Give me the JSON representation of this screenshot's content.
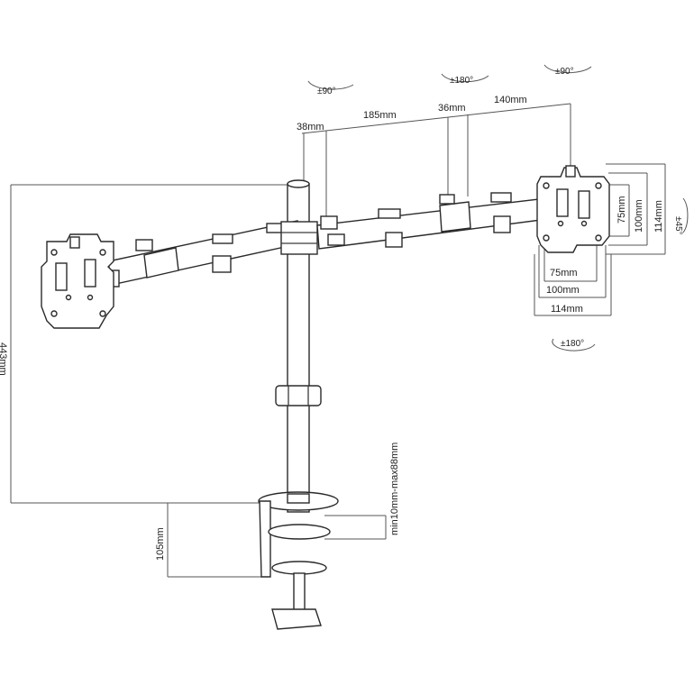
{
  "rotations": {
    "left_tilt": "±90°",
    "center_swivel": "±180°",
    "right_tilt": "±90°",
    "right_rotate": "±45°",
    "right_swivel": "±180°"
  },
  "arm_dimensions": {
    "seg1": "38mm",
    "seg2": "185mm",
    "seg3": "36mm",
    "seg4": "140mm"
  },
  "pole_height": "443mm",
  "vesa": {
    "h75": "75mm",
    "h100": "100mm",
    "h114": "114mm",
    "v75": "75mm",
    "v100": "100mm",
    "v114": "114mm"
  },
  "clamp": {
    "height": "105mm",
    "desk_range": "min10mm-max88mm"
  }
}
